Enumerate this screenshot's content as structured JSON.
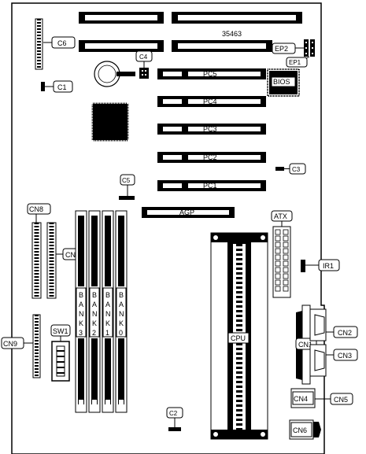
{
  "board": {
    "model": "35463"
  },
  "labels": {
    "c6": "C6",
    "c1": "C1",
    "c4": "C4",
    "c5": "C5",
    "c3": "C3",
    "c2": "C2",
    "ep1": "EP1",
    "ep2": "EP2",
    "bios": "BIOS",
    "pc5": "PC5",
    "pc4": "PC4",
    "pc3": "PC3",
    "pc2": "PC2",
    "pc1": "PC1",
    "agp": "AGP",
    "cn8": "CN8",
    "cn7": "CN7",
    "cn9": "CN9",
    "sw1": "SW1",
    "atx": "ATX",
    "ir1": "IR1",
    "cpu": "CPU",
    "cn1": "CN1",
    "cn2": "CN2",
    "cn3": "CN3",
    "cn4": "CN4",
    "cn5": "CN5",
    "cn6": "CN6"
  },
  "banks": [
    {
      "letters": [
        "B",
        "A",
        "N",
        "K",
        "3"
      ]
    },
    {
      "letters": [
        "B",
        "A",
        "N",
        "K",
        "2"
      ]
    },
    {
      "letters": [
        "B",
        "A",
        "N",
        "K",
        "1"
      ]
    },
    {
      "letters": [
        "B",
        "A",
        "N",
        "K",
        "0"
      ]
    }
  ]
}
